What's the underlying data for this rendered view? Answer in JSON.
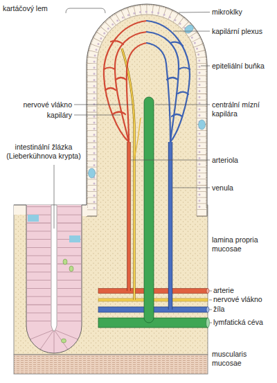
{
  "diagram": {
    "labels": [
      "kartáčový lem",
      "mikroklky",
      "kapilární plexus",
      "epiteliální buňka",
      "nervové vlákno",
      "centrální mízní kapilára",
      "kapiláry",
      "intestinální žlázka (Lieberkühnova krypta)",
      "arteriola",
      "venula",
      "lamina propria mucosae",
      "arterie",
      "nervové vlákno",
      "žíla",
      "lymfatická céva",
      "muscularis mucosae"
    ]
  }
}
